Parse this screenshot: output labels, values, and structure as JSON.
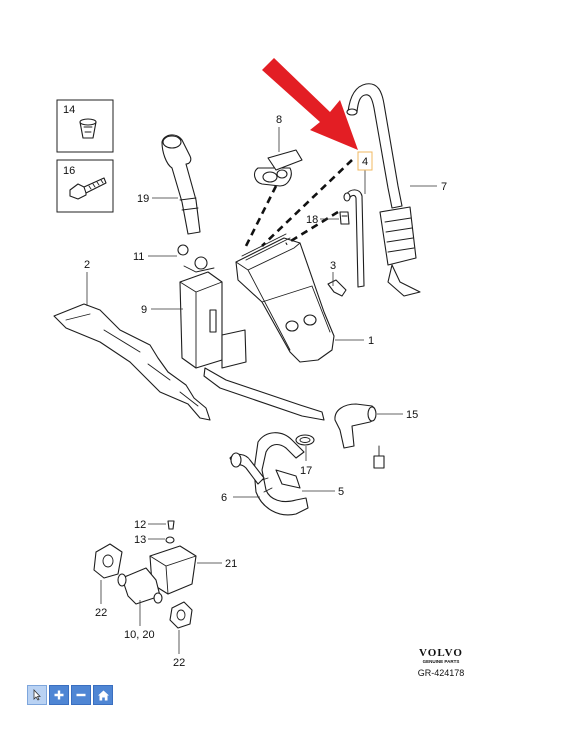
{
  "callouts": [
    "14",
    "16",
    "19",
    "8",
    "4",
    "7",
    "18",
    "11",
    "2",
    "9",
    "3",
    "1",
    "15",
    "17",
    "5",
    "6",
    "12",
    "13",
    "21",
    "22",
    "10, 20",
    "22"
  ],
  "highlighted_callout": "4",
  "logo": {
    "brand": "VOLVO",
    "tagline": "GENUINE PARTS"
  },
  "doc_id": "GR-424178",
  "colors": {
    "arrow": "#e31e24",
    "highlight_border": "#f0b860",
    "toolbar_button": "#4f86d4"
  },
  "toolbar": [
    {
      "icon": "cursor-icon"
    },
    {
      "icon": "zoom-in-icon"
    },
    {
      "icon": "zoom-out-icon"
    },
    {
      "icon": "home-icon"
    }
  ]
}
